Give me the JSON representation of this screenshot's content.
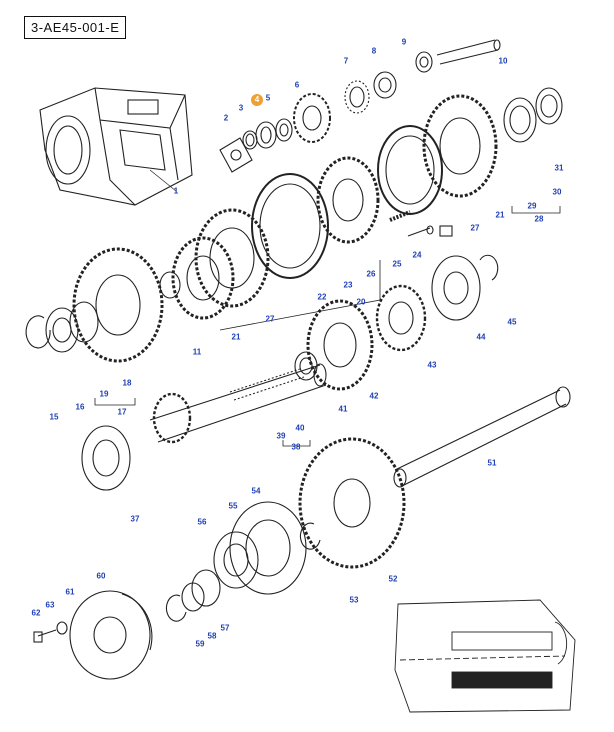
{
  "diagram": {
    "reference_code": "3-AE45-001-E",
    "highlight_color": "#f0a030",
    "callout_color": "#1f3fb4",
    "highlighted_callout": "4",
    "callouts": [
      {
        "id": "c1",
        "text": "1"
      },
      {
        "id": "c2",
        "text": "2"
      },
      {
        "id": "c3",
        "text": "3"
      },
      {
        "id": "c4",
        "text": "4"
      },
      {
        "id": "c5",
        "text": "5"
      },
      {
        "id": "c6",
        "text": "6"
      },
      {
        "id": "c7",
        "text": "7"
      },
      {
        "id": "c8",
        "text": "8"
      },
      {
        "id": "c9",
        "text": "9"
      },
      {
        "id": "c10",
        "text": "10"
      },
      {
        "id": "c11",
        "text": "11"
      },
      {
        "id": "c15",
        "text": "15"
      },
      {
        "id": "c16",
        "text": "16"
      },
      {
        "id": "c17",
        "text": "17"
      },
      {
        "id": "c18",
        "text": "18"
      },
      {
        "id": "c19",
        "text": "19"
      },
      {
        "id": "c20",
        "text": "20"
      },
      {
        "id": "c21a",
        "text": "21"
      },
      {
        "id": "c21b",
        "text": "21"
      },
      {
        "id": "c22",
        "text": "22"
      },
      {
        "id": "c23",
        "text": "23"
      },
      {
        "id": "c24",
        "text": "24"
      },
      {
        "id": "c25",
        "text": "25"
      },
      {
        "id": "c26",
        "text": "26"
      },
      {
        "id": "c27a",
        "text": "27"
      },
      {
        "id": "c27b",
        "text": "27"
      },
      {
        "id": "c28",
        "text": "28"
      },
      {
        "id": "c29",
        "text": "29"
      },
      {
        "id": "c30",
        "text": "30"
      },
      {
        "id": "c31",
        "text": "31"
      },
      {
        "id": "c37",
        "text": "37"
      },
      {
        "id": "c38",
        "text": "38"
      },
      {
        "id": "c39",
        "text": "39"
      },
      {
        "id": "c40",
        "text": "40"
      },
      {
        "id": "c41",
        "text": "41"
      },
      {
        "id": "c42",
        "text": "42"
      },
      {
        "id": "c43",
        "text": "43"
      },
      {
        "id": "c44",
        "text": "44"
      },
      {
        "id": "c45",
        "text": "45"
      },
      {
        "id": "c51",
        "text": "51"
      },
      {
        "id": "c52",
        "text": "52"
      },
      {
        "id": "c53",
        "text": "53"
      },
      {
        "id": "c54",
        "text": "54"
      },
      {
        "id": "c55",
        "text": "55"
      },
      {
        "id": "c56",
        "text": "56"
      },
      {
        "id": "c57",
        "text": "57"
      },
      {
        "id": "c58",
        "text": "58"
      },
      {
        "id": "c59",
        "text": "59"
      },
      {
        "id": "c60",
        "text": "60"
      },
      {
        "id": "c61",
        "text": "61"
      },
      {
        "id": "c62",
        "text": "62"
      },
      {
        "id": "c63",
        "text": "63"
      }
    ]
  }
}
